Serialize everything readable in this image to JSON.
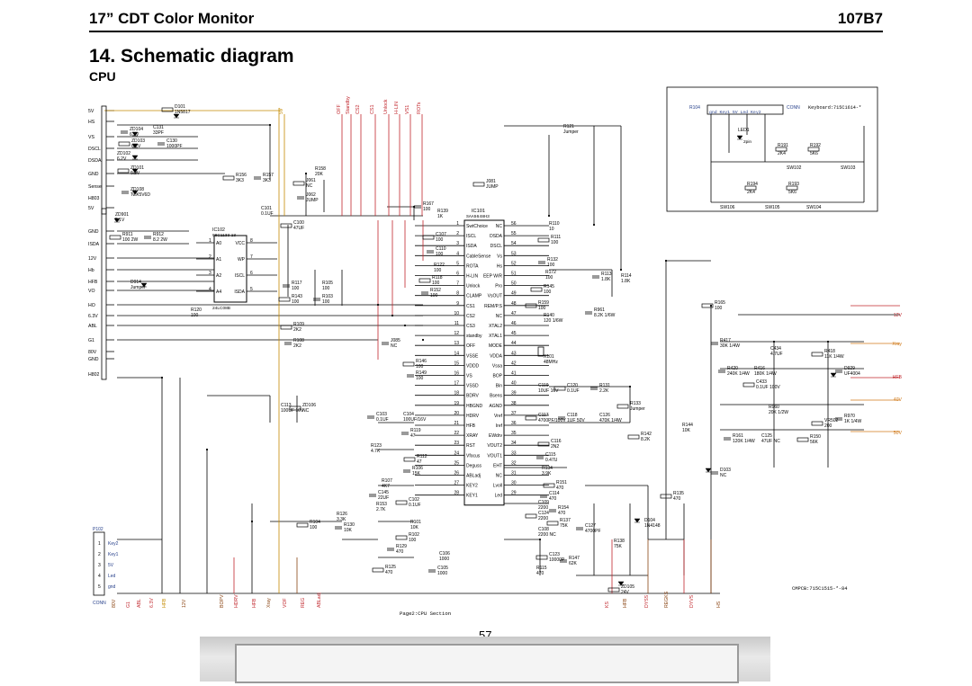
{
  "header": {
    "left": "17” CDT Color Monitor",
    "right": "107B7"
  },
  "section": {
    "title": "14. Schematic diagram",
    "subtitle": "CPU"
  },
  "page_number": "57",
  "footer_caption": "Page2:CPU Section",
  "part_number": "CMPCB:715C1515-*-84",
  "keyboard_label": "Keyboard:715C1614-*",
  "ic_labels": {
    "ic101_ref": "IC101",
    "ic101_part": "SAA5648H3",
    "ic102_ref": "IC102",
    "ic102_part": "98C1133-13",
    "ic102_sub": "24LC08B"
  },
  "connectors": {
    "left_conn": "CONN",
    "p102": "P102",
    "h803": "H803",
    "h802": "H802",
    "r104": "R104",
    "right_conn": "CONN"
  },
  "left_signals": [
    "5V",
    "HS",
    "VS",
    "DSCL",
    "DSDA",
    "GND",
    "Sense",
    "5V",
    "GND",
    "ISDA",
    "12V",
    "Hb",
    "HFB",
    "VO",
    "HO",
    "6.3V",
    "ABL",
    "G1",
    "80V",
    "GND"
  ],
  "top_net_labels": [
    "5V",
    "OFF",
    "Standby",
    "CS2",
    "CS1",
    "Unlock",
    "H-LIN",
    "VS1",
    "ROTs"
  ],
  "bottom_net_labels": [
    "80V",
    "G1",
    "ABL",
    "6.3V",
    "HFB",
    "12V",
    "BOPV",
    "HDRV",
    "HFB",
    "Xray",
    "VOF",
    "REG",
    "ABLadj",
    "KS",
    "HFB",
    "DYSS",
    "REGKS",
    "DYVS",
    "HS"
  ],
  "right_net_labels": [
    "12V",
    "Xray",
    "HFB",
    "40V",
    "50V"
  ],
  "ic101_left_pins": [
    {
      "n": "1",
      "name": "SwtChoice"
    },
    {
      "n": "2",
      "name": "ISCL"
    },
    {
      "n": "3",
      "name": "ISDA"
    },
    {
      "n": "4",
      "name": "CableSense"
    },
    {
      "n": "5",
      "name": "ROTA"
    },
    {
      "n": "6",
      "name": "H-LIN"
    },
    {
      "n": "7",
      "name": "Unlock"
    },
    {
      "n": "8",
      "name": "CLAMP"
    },
    {
      "n": "9",
      "name": "CS1"
    },
    {
      "n": "10",
      "name": "CS2"
    },
    {
      "n": "11",
      "name": "CS3"
    },
    {
      "n": "12",
      "name": "standby"
    },
    {
      "n": "13",
      "name": "OFF"
    },
    {
      "n": "14",
      "name": "VSSE"
    },
    {
      "n": "15",
      "name": "VDDD"
    },
    {
      "n": "16",
      "name": "VS"
    },
    {
      "n": "17",
      "name": "VSSD"
    },
    {
      "n": "18",
      "name": "BDRV"
    },
    {
      "n": "19",
      "name": "HBGND"
    },
    {
      "n": "20",
      "name": "HDRV"
    },
    {
      "n": "21",
      "name": "HFB"
    },
    {
      "n": "22",
      "name": "XRAY"
    },
    {
      "n": "23",
      "name": "RST"
    },
    {
      "n": "24",
      "name": "Vfocus"
    },
    {
      "n": "25",
      "name": "Deguss"
    },
    {
      "n": "26",
      "name": "ABLadj"
    },
    {
      "n": "27",
      "name": "KEY2"
    },
    {
      "n": "28",
      "name": "KEY1"
    }
  ],
  "ic101_right_pins": [
    {
      "n": "56",
      "name": "NC"
    },
    {
      "n": "55",
      "name": "DSDA"
    },
    {
      "n": "54",
      "name": "DSCL"
    },
    {
      "n": "53",
      "name": "Vs"
    },
    {
      "n": "52",
      "name": "Hs"
    },
    {
      "n": "51",
      "name": "EEP W/R"
    },
    {
      "n": "50",
      "name": "Pro"
    },
    {
      "n": "49",
      "name": "VsOUT"
    },
    {
      "n": "48",
      "name": "REM/P.S"
    },
    {
      "n": "47",
      "name": "NC"
    },
    {
      "n": "46",
      "name": "XTAL2"
    },
    {
      "n": "45",
      "name": "XTAL1"
    },
    {
      "n": "44",
      "name": "MODE"
    },
    {
      "n": "43",
      "name": "VDDA"
    },
    {
      "n": "42",
      "name": "Vssa"
    },
    {
      "n": "41",
      "name": "BOP"
    },
    {
      "n": "40",
      "name": "Bin"
    },
    {
      "n": "39",
      "name": "Bsens"
    },
    {
      "n": "38",
      "name": "AGND"
    },
    {
      "n": "37",
      "name": "Vref"
    },
    {
      "n": "36",
      "name": "Iref"
    },
    {
      "n": "35",
      "name": "EWdrv"
    },
    {
      "n": "34",
      "name": "VOUT2"
    },
    {
      "n": "33",
      "name": "VOUT1"
    },
    {
      "n": "32",
      "name": "EHT"
    },
    {
      "n": "31",
      "name": "NC"
    },
    {
      "n": "30",
      "name": "Lvoll"
    },
    {
      "n": "29",
      "name": "Led"
    }
  ],
  "ic102_pins": [
    {
      "n": "1",
      "name": "A0"
    },
    {
      "n": "8",
      "name": "VCC"
    },
    {
      "n": "2",
      "name": "A1"
    },
    {
      "n": "7",
      "name": "WP"
    },
    {
      "n": "3",
      "name": "A2"
    },
    {
      "n": "6",
      "name": "ISCL"
    },
    {
      "n": "4",
      "name": "A4"
    },
    {
      "n": "5",
      "name": "ISDA"
    }
  ],
  "components": [
    {
      "ref": "D101",
      "val": "1N5817"
    },
    {
      "ref": "ZD104",
      "val": "6.2V"
    },
    {
      "ref": "C131",
      "val": "33PF"
    },
    {
      "ref": "ZD103",
      "val": "6.2V"
    },
    {
      "ref": "C130",
      "val": "1000PF"
    },
    {
      "ref": "ZD102",
      "val": "6.2V"
    },
    {
      "ref": "ZD101",
      "val": "6.2V"
    },
    {
      "ref": "ZD108",
      "val": "TZX5V6D"
    },
    {
      "ref": "ZD901",
      "val": "5.1V"
    },
    {
      "ref": "R911",
      "val": "100 2W"
    },
    {
      "ref": "R912",
      "val": "8.2 2W"
    },
    {
      "ref": "D914",
      "val": "Jumper"
    },
    {
      "ref": "R156",
      "val": "3K3"
    },
    {
      "ref": "R157",
      "val": "3K3"
    },
    {
      "ref": "R158",
      "val": "20K"
    },
    {
      "ref": "J061",
      "val": "NC"
    },
    {
      "ref": "J062",
      "val": "JUMP"
    },
    {
      "ref": "C101",
      "val": "0.1UF"
    },
    {
      "ref": "C100",
      "val": "47UF"
    },
    {
      "ref": "R117",
      "val": "100"
    },
    {
      "ref": "R105",
      "val": "100"
    },
    {
      "ref": "R143",
      "val": "100"
    },
    {
      "ref": "R103",
      "val": "100"
    },
    {
      "ref": "R120",
      "val": "100"
    },
    {
      "ref": "R109",
      "val": "2K2"
    },
    {
      "ref": "R108",
      "val": "2K2"
    },
    {
      "ref": "R121",
      "val": "Jumper"
    },
    {
      "ref": "J081",
      "val": "JUMP"
    },
    {
      "ref": "R167",
      "val": "100"
    },
    {
      "ref": "R139",
      "val": "1K"
    },
    {
      "ref": "C107",
      "val": "100"
    },
    {
      "ref": "C110",
      "val": "100"
    },
    {
      "ref": "R122",
      "val": "100"
    },
    {
      "ref": "R118",
      "val": "100"
    },
    {
      "ref": "R152",
      "val": "100"
    },
    {
      "ref": "R110",
      "val": "10"
    },
    {
      "ref": "R111",
      "val": "100"
    },
    {
      "ref": "R132",
      "val": "100"
    },
    {
      "ref": "R172",
      "val": "100"
    },
    {
      "ref": "R145",
      "val": "100"
    },
    {
      "ref": "R113",
      "val": "1.8K"
    },
    {
      "ref": "R114",
      "val": "1.8K"
    },
    {
      "ref": "R159",
      "val": "100"
    },
    {
      "ref": "R961",
      "val": "8.2K 1/6W"
    },
    {
      "ref": "R140",
      "val": "120 1/6W"
    },
    {
      "ref": "R165",
      "val": "100"
    },
    {
      "ref": "J085",
      "val": "NC"
    },
    {
      "ref": "X101",
      "val": "48MHz"
    },
    {
      "ref": "R146",
      "val": "100"
    },
    {
      "ref": "R149",
      "val": "100"
    },
    {
      "ref": "C119",
      "val": "10UF 16V"
    },
    {
      "ref": "C120",
      "val": "0.1UF"
    },
    {
      "ref": "R131",
      "val": "2.2K"
    },
    {
      "ref": "C113",
      "val": "100UF 16V"
    },
    {
      "ref": "ZD106",
      "val": "NC"
    },
    {
      "ref": "C103",
      "val": "0.1UF"
    },
    {
      "ref": "C104",
      "val": "100UF/16V"
    },
    {
      "ref": "C117",
      "val": "4700PF/100V"
    },
    {
      "ref": "C118",
      "val": "1UF 50V"
    },
    {
      "ref": "C126",
      "val": "470K 1/4W"
    },
    {
      "ref": "R133",
      "val": "Jumper"
    },
    {
      "ref": "R119",
      "val": "47"
    },
    {
      "ref": "R123",
      "val": "4.7K"
    },
    {
      "ref": "R112",
      "val": "47"
    },
    {
      "ref": "R106",
      "val": "15K"
    },
    {
      "ref": "R107",
      "val": "4K7"
    },
    {
      "ref": "C116",
      "val": "2N2"
    },
    {
      "ref": "C115",
      "val": "0.47U"
    },
    {
      "ref": "R134",
      "val": "3.9K"
    },
    {
      "ref": "R151",
      "val": "470"
    },
    {
      "ref": "C145",
      "val": "22UF"
    },
    {
      "ref": "R153",
      "val": "2.7K"
    },
    {
      "ref": "C102",
      "val": "0.1UF"
    },
    {
      "ref": "C114",
      "val": "470"
    },
    {
      "ref": "C109",
      "val": "2200"
    },
    {
      "ref": "C124",
      "val": "2200"
    },
    {
      "ref": "R154",
      "val": "470"
    },
    {
      "ref": "R126",
      "val": "3.3K"
    },
    {
      "ref": "R104",
      "val": "100"
    },
    {
      "ref": "R130",
      "val": "10K"
    },
    {
      "ref": "R101",
      "val": "10K"
    },
    {
      "ref": "R102",
      "val": "100"
    },
    {
      "ref": "R129",
      "val": "470"
    },
    {
      "ref": "C106",
      "val": "1000"
    },
    {
      "ref": "R125",
      "val": "470"
    },
    {
      "ref": "C105",
      "val": "1000"
    },
    {
      "ref": "C108",
      "val": "2200 NC"
    },
    {
      "ref": "R137",
      "val": "75K"
    },
    {
      "ref": "C127",
      "val": "4700PF"
    },
    {
      "ref": "R138",
      "val": "75K"
    },
    {
      "ref": "C123",
      "val": "10000P"
    },
    {
      "ref": "R147",
      "val": "62K"
    },
    {
      "ref": "R115",
      "val": "470"
    },
    {
      "ref": "R135",
      "val": "470"
    },
    {
      "ref": "D103",
      "val": "NC"
    },
    {
      "ref": "D104",
      "val": "1N4148"
    },
    {
      "ref": "ZD105",
      "val": "24V"
    },
    {
      "ref": "R417",
      "val": "30K 1/4W"
    },
    {
      "ref": "C434",
      "val": "4.7UF"
    },
    {
      "ref": "R418",
      "val": "11K 1/4W"
    },
    {
      "ref": "R420",
      "val": "240K 1/4W"
    },
    {
      "ref": "R416",
      "val": "180K 1/4W"
    },
    {
      "ref": "C433",
      "val": "0.1UF 100V"
    },
    {
      "ref": "D929",
      "val": "UF4004"
    },
    {
      "ref": "R960",
      "val": "20K 1/2W"
    },
    {
      "ref": "VR502",
      "val": "200"
    },
    {
      "ref": "R970",
      "val": "1K 1/4W"
    },
    {
      "ref": "R144",
      "val": "10K"
    },
    {
      "ref": "R142",
      "val": "8.2K"
    },
    {
      "ref": "R161",
      "val": "120K 1/4W"
    },
    {
      "ref": "C125",
      "val": "47UF NC"
    },
    {
      "ref": "R150",
      "val": "56K"
    }
  ],
  "keyboard": {
    "conn_pins": "gnd Key1 5V Led Key2",
    "led": "LED1",
    "led_note": "2pin",
    "resistors": [
      {
        "ref": "R191",
        "val": "2K4"
      },
      {
        "ref": "R192",
        "val": "5K6"
      },
      {
        "ref": "R194",
        "val": "2K4"
      },
      {
        "ref": "R193",
        "val": "5K6"
      }
    ],
    "switches": [
      "SW102",
      "SW103",
      "SW106",
      "SW105",
      "SW104"
    ]
  },
  "p102_pins": [
    "Key2",
    "Key1",
    "5V",
    "Led",
    "gnd"
  ]
}
